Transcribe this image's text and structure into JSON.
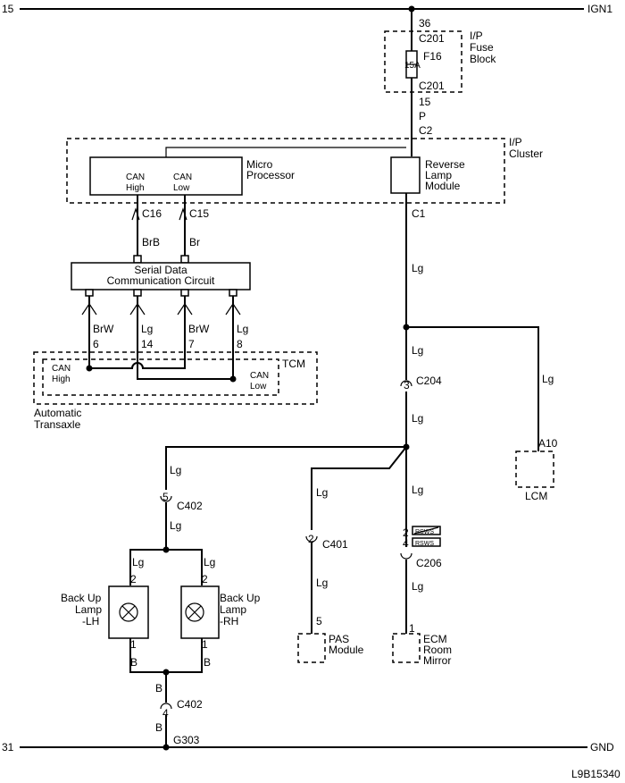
{
  "rails": {
    "top_left": "15",
    "top_right": "IGN1",
    "bottom_left": "31",
    "bottom_right": "GND"
  },
  "fuse_block": {
    "title_1": "I/P",
    "title_2": "Fuse",
    "title_3": "Block",
    "pin_in": "36",
    "conn_in": "C201",
    "fuse_name": "F16",
    "fuse_rating": "15A",
    "conn_out": "C201",
    "pin_out": "15",
    "wire_color": "P"
  },
  "cluster": {
    "title_1": "I/P",
    "title_2": "Cluster",
    "conn_top": "C2",
    "conn_bottom": "C1",
    "micro_1": "Micro",
    "micro_2": "Processor",
    "can_high_1": "CAN",
    "can_high_2": "High",
    "can_low_1": "CAN",
    "can_low_2": "Low",
    "rev_1": "Reverse",
    "rev_2": "Lamp",
    "rev_3": "Module",
    "conn_c16": "C16",
    "conn_c15": "C15"
  },
  "serial": {
    "line_1": "Serial Data",
    "line_2": "Communication Circuit",
    "wire_brb": "BrB",
    "wire_br": "Br"
  },
  "tcm": {
    "title": "TCM",
    "area_1": "Automatic",
    "area_2": "Transaxle",
    "wire_1": "BrW",
    "pin_1": "6",
    "wire_2": "Lg",
    "pin_2": "14",
    "wire_3": "BrW",
    "pin_3": "7",
    "wire_4": "Lg",
    "pin_4": "8",
    "can_high_1": "CAN",
    "can_high_2": "High",
    "can_low_1": "CAN",
    "can_low_2": "Low"
  },
  "main": {
    "wire_c1": "Lg",
    "wire_a": "Lg",
    "pin_c204": "3",
    "conn_c204": "C204",
    "wire_b": "Lg",
    "wire_lcm": "Lg",
    "conn_a10": "A10",
    "lcm": "LCM"
  },
  "branches": {
    "wire_left": "Lg",
    "pin_c402_top": "5",
    "conn_c402_top": "C402",
    "wire_left_2": "Lg",
    "wire_pas": "Lg",
    "pin_c401": "2",
    "conn_c401": "C401",
    "wire_pas_2": "Lg",
    "pin_pas": "5",
    "pas_1": "PAS",
    "pas_2": "Module",
    "wire_ecm": "Lg",
    "pin_c206_top": "2",
    "pin_c206_bot": "4",
    "conn_c206": "C206",
    "tag_1": "RSWS",
    "tag_2": "RSWS",
    "wire_ecm_2": "Lg",
    "pin_ecm": "1",
    "ecm_1": "ECM",
    "ecm_2": "Room",
    "ecm_3": "Mirror"
  },
  "lamps": {
    "lh_1": "Back Up",
    "lh_2": "Lamp",
    "lh_3": "-LH",
    "rh_1": "Back Up",
    "rh_2": "Lamp",
    "rh_3": "-RH",
    "lh_wire_top": "Lg",
    "lh_pin_top": "2",
    "lh_pin_bot": "1",
    "lh_wire_bot": "B",
    "rh_wire_top": "Lg",
    "rh_pin_top": "2",
    "rh_pin_bot": "1",
    "rh_wire_bot": "B",
    "wire_b1": "B",
    "pin_c402_bot": "4",
    "conn_c402_bot": "C402",
    "wire_b2": "B",
    "ground": "G303"
  },
  "diagram_id": "L9B15340"
}
